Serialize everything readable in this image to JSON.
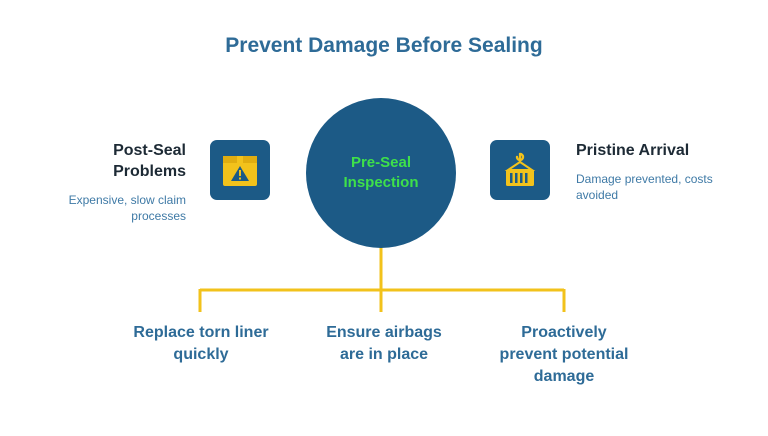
{
  "title": "Prevent Damage Before Sealing",
  "hub": {
    "label": "Pre-Seal Inspection"
  },
  "left": {
    "icon": "warning-box-icon",
    "title": "Post-Seal Problems",
    "description": "Expensive, slow claim processes"
  },
  "right": {
    "icon": "container-crane-icon",
    "title": "Pristine Arrival",
    "description": "Damage prevented, costs avoided"
  },
  "branches": [
    {
      "label": "Replace torn liner quickly"
    },
    {
      "label": "Ensure airbags are in place"
    },
    {
      "label": "Proactively prevent potential damage"
    }
  ],
  "colors": {
    "title": "#2e6b97",
    "hub": "#1c5a86",
    "hub_text": "#3ee04a",
    "accent": "#f2c21b",
    "connector": "#f2c21b"
  }
}
